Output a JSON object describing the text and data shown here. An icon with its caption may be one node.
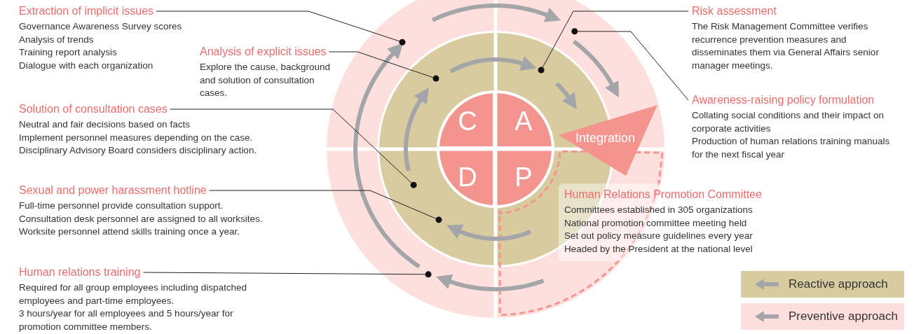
{
  "diagram": {
    "nodes": [
      {
        "text": [],
        "shape": "circle"
      },
      {
        "text": [],
        "shape": "circle",
        "in": 0
      },
      {
        "text": [
          "C"
        ],
        "in": 1
      },
      {
        "text": [
          "A"
        ],
        "in": 1
      },
      {
        "text": [
          "D"
        ],
        "in": 1
      },
      {
        "text": [
          "P"
        ],
        "in": 1
      },
      {
        "text": [
          "Integration"
        ],
        "in": 0
      },
      {
        "text": [
          "Extraction of implicit issues",
          "Governance Awareness Survey scores",
          "Analysis of trends",
          "Training report analysis",
          "Dialogue with each organization"
        ]
      },
      {
        "text": [
          "Analysis of explicit issues",
          "Explore the cause, background and solution of consultation cases."
        ]
      },
      {
        "text": [
          "Solution of consultation cases",
          "Neutral and fair decisions based on facts",
          "Implement personnel measures depending on the case.",
          "Disciplinary Advisory Board considers disciplinary action."
        ]
      },
      {
        "text": [
          "Sexual and power harassment hotline",
          "Full-time personnel provide consultation support.",
          "Consultation desk personnel are assigned to all worksites.",
          "Worksite personnel attend skills training once a year."
        ]
      },
      {
        "text": [
          "Human relations training",
          "Required for all group employees including dispatched employees and part-time employees.",
          "3 hours/year for all employees and 5 hours/year for promotion committee members."
        ]
      },
      {
        "text": [
          "Risk assessment",
          "The Risk Management Committee verifies recurrence prevention measures and disseminates them via General Affairs senior manager meetings."
        ]
      },
      {
        "text": [
          "Awareness-raising policy formulation",
          "Collating social conditions and their impact on corporate activities",
          "Production of human relations training manuals for the next fiscal year"
        ]
      },
      {
        "text": [
          "Human Relations Promotion Committee",
          "Committees established in 305 organizations",
          "National promotion committee meeting held",
          "Set out policy measure guidelines every year",
          "Headed by the President at the national level"
        ]
      }
    ],
    "edges": [
      {
        "from": 7,
        "to": 0,
        "arrow": "other"
      },
      {
        "from": 8,
        "to": 1,
        "arrow": "other"
      },
      {
        "from": 9,
        "to": 1,
        "arrow": "other"
      },
      {
        "from": 10,
        "to": 1,
        "arrow": "other"
      },
      {
        "from": 11,
        "to": 0,
        "arrow": "other"
      },
      {
        "from": 12,
        "to": 1,
        "arrow": "other"
      },
      {
        "from": 13,
        "to": 0,
        "arrow": "other"
      }
    ],
    "legend": [
      {
        "text": "Reactive approach",
        "color": "#d8cba0"
      },
      {
        "text": "Preventive approach",
        "color": "#fde0de"
      }
    ]
  }
}
